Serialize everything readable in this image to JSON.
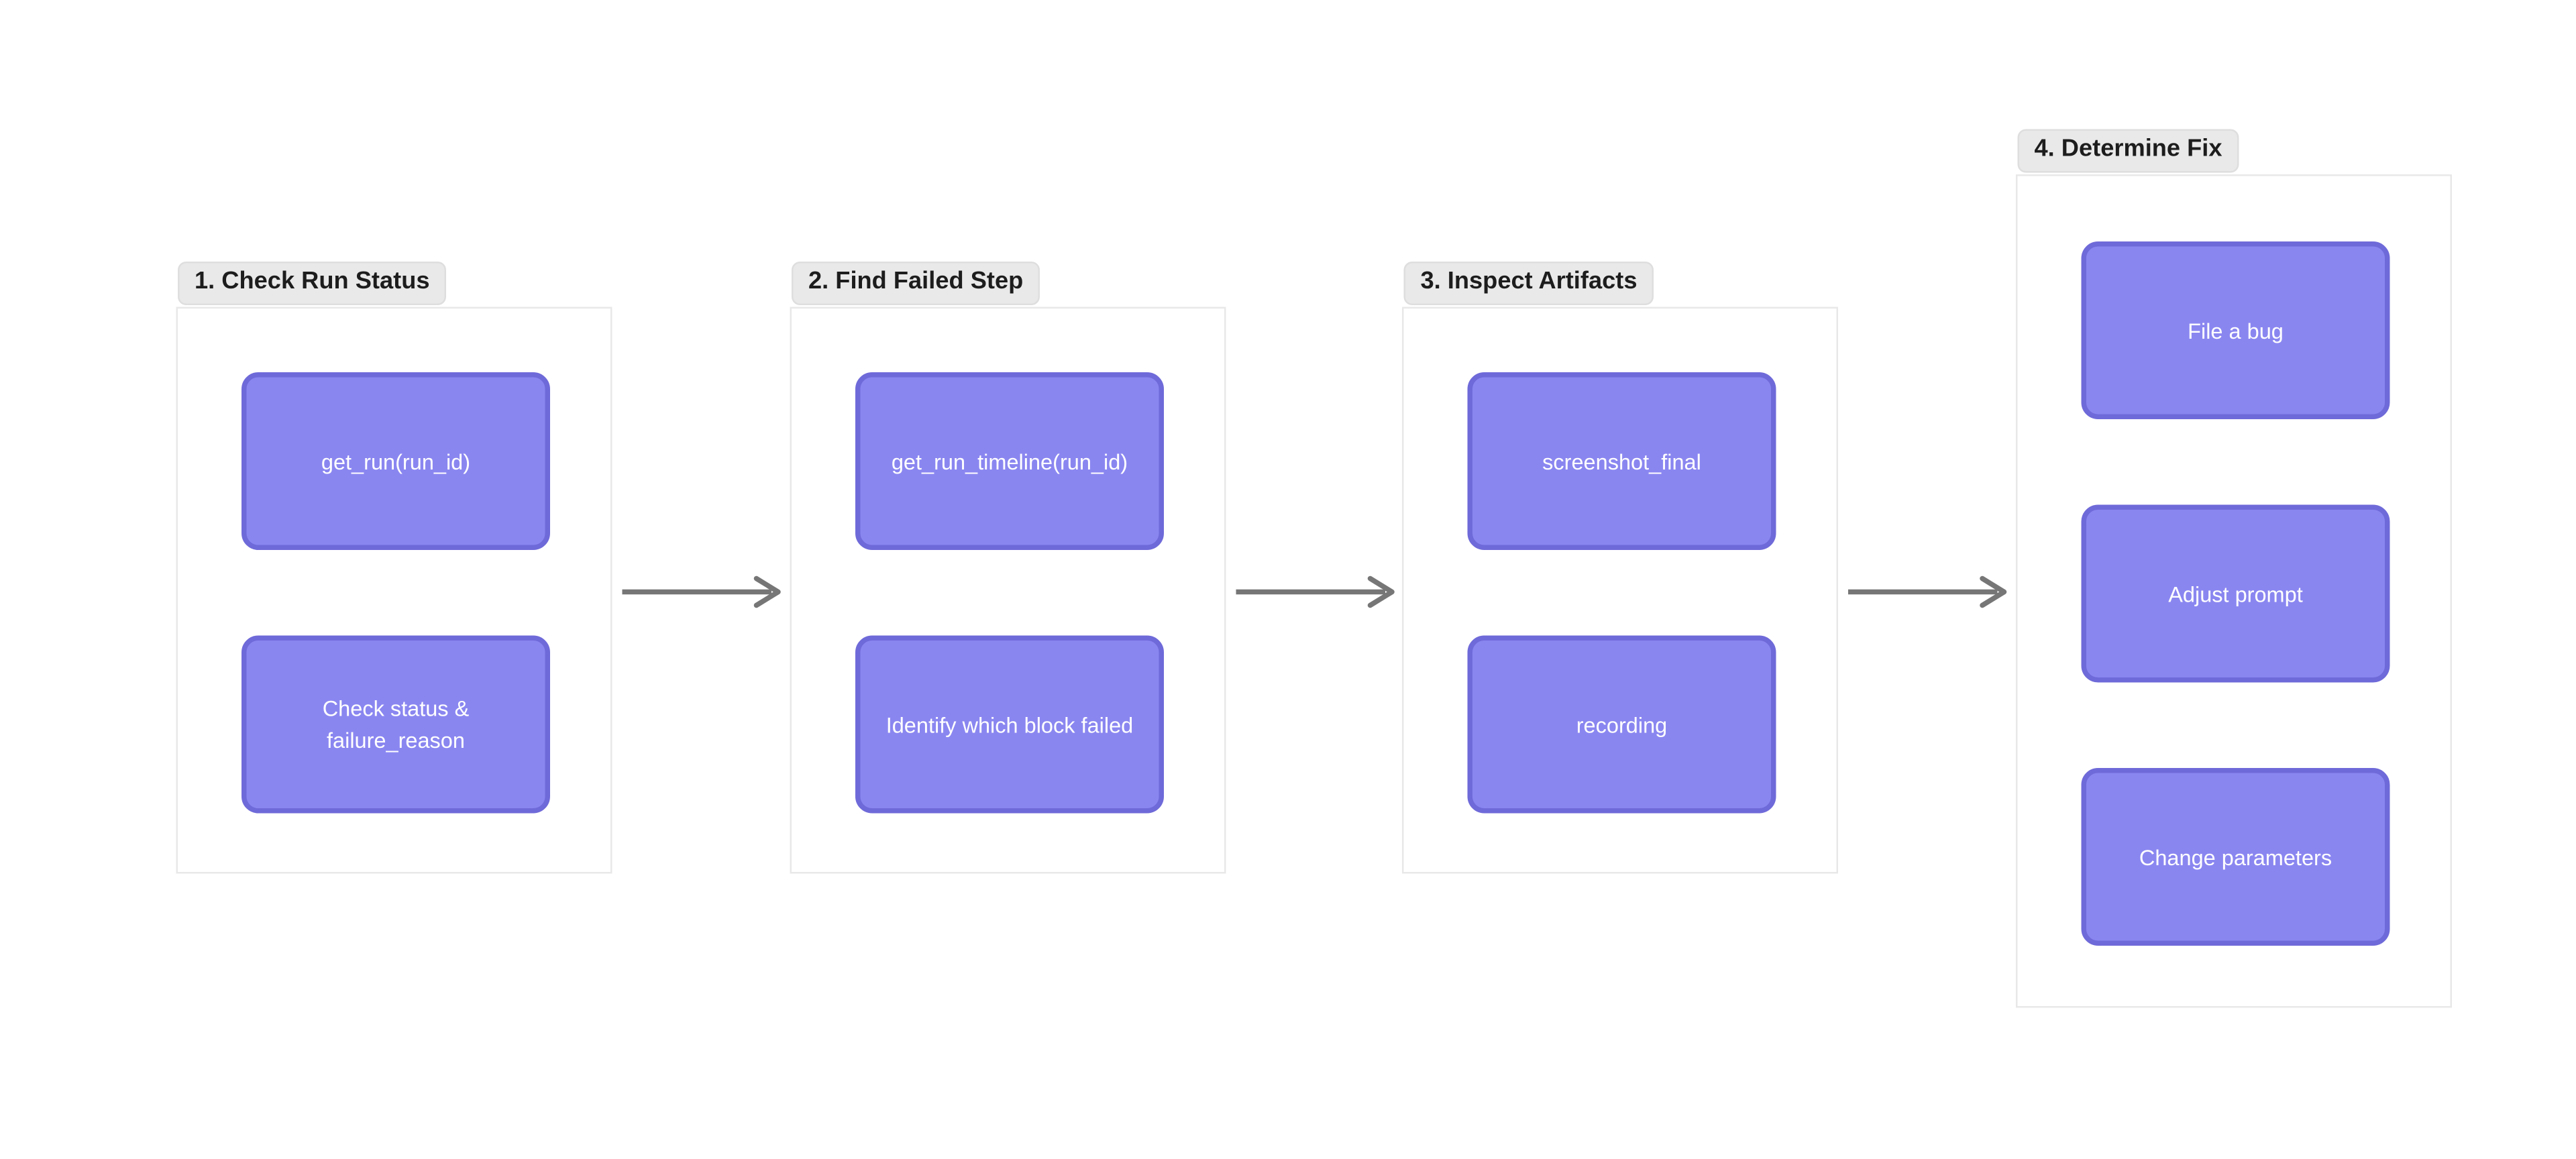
{
  "colors": {
    "canvas_bg": "#ffffff",
    "frame_bg": "#ffffff",
    "frame_border": "#e8e8e8",
    "label_bg": "#e9e9e9",
    "label_text": "#1d1d1d",
    "node_fill": "#8a86f0",
    "node_border": "#6f6ad9",
    "node_text": "#ffffff",
    "arrow": "#767676"
  },
  "groups": [
    {
      "label": "1. Check Run Status",
      "nodes": [
        "get_run(run_id)",
        "Check status & failure_reason"
      ]
    },
    {
      "label": "2. Find Failed Step",
      "nodes": [
        "get_run_timeline(run_id)",
        "Identify which block failed"
      ]
    },
    {
      "label": "3. Inspect Artifacts",
      "nodes": [
        "screenshot_final",
        "recording"
      ]
    },
    {
      "label": "4. Determine Fix",
      "nodes": [
        "File a bug",
        "Adjust prompt",
        "Change parameters"
      ]
    }
  ],
  "arrows": [
    {
      "from": "1. Check Run Status",
      "to": "2. Find Failed Step"
    },
    {
      "from": "2. Find Failed Step",
      "to": "3. Inspect Artifacts"
    },
    {
      "from": "3. Inspect Artifacts",
      "to": "4. Determine Fix"
    }
  ]
}
